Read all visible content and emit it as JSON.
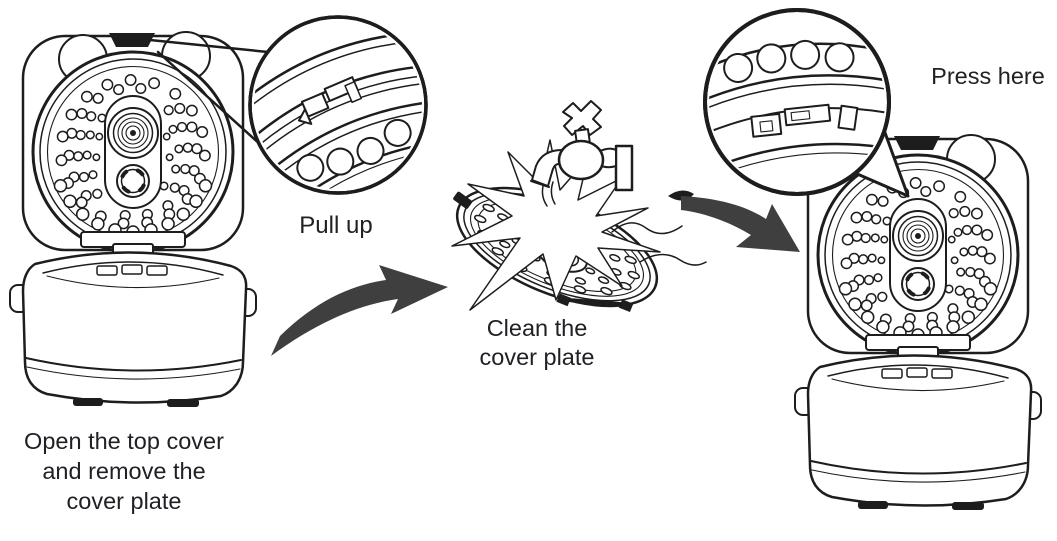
{
  "figure": {
    "background_color": "#ffffff",
    "line_color": "#1d1d1d",
    "arrow_color": "#3f3f3f",
    "text_color": "#202025",
    "steps": [
      {
        "caption": "Open the top cover\nand remove the\ncover plate",
        "callout": "Pull up"
      },
      {
        "caption": "Clean the\ncover plate"
      },
      {
        "callout": "Press here"
      }
    ]
  }
}
